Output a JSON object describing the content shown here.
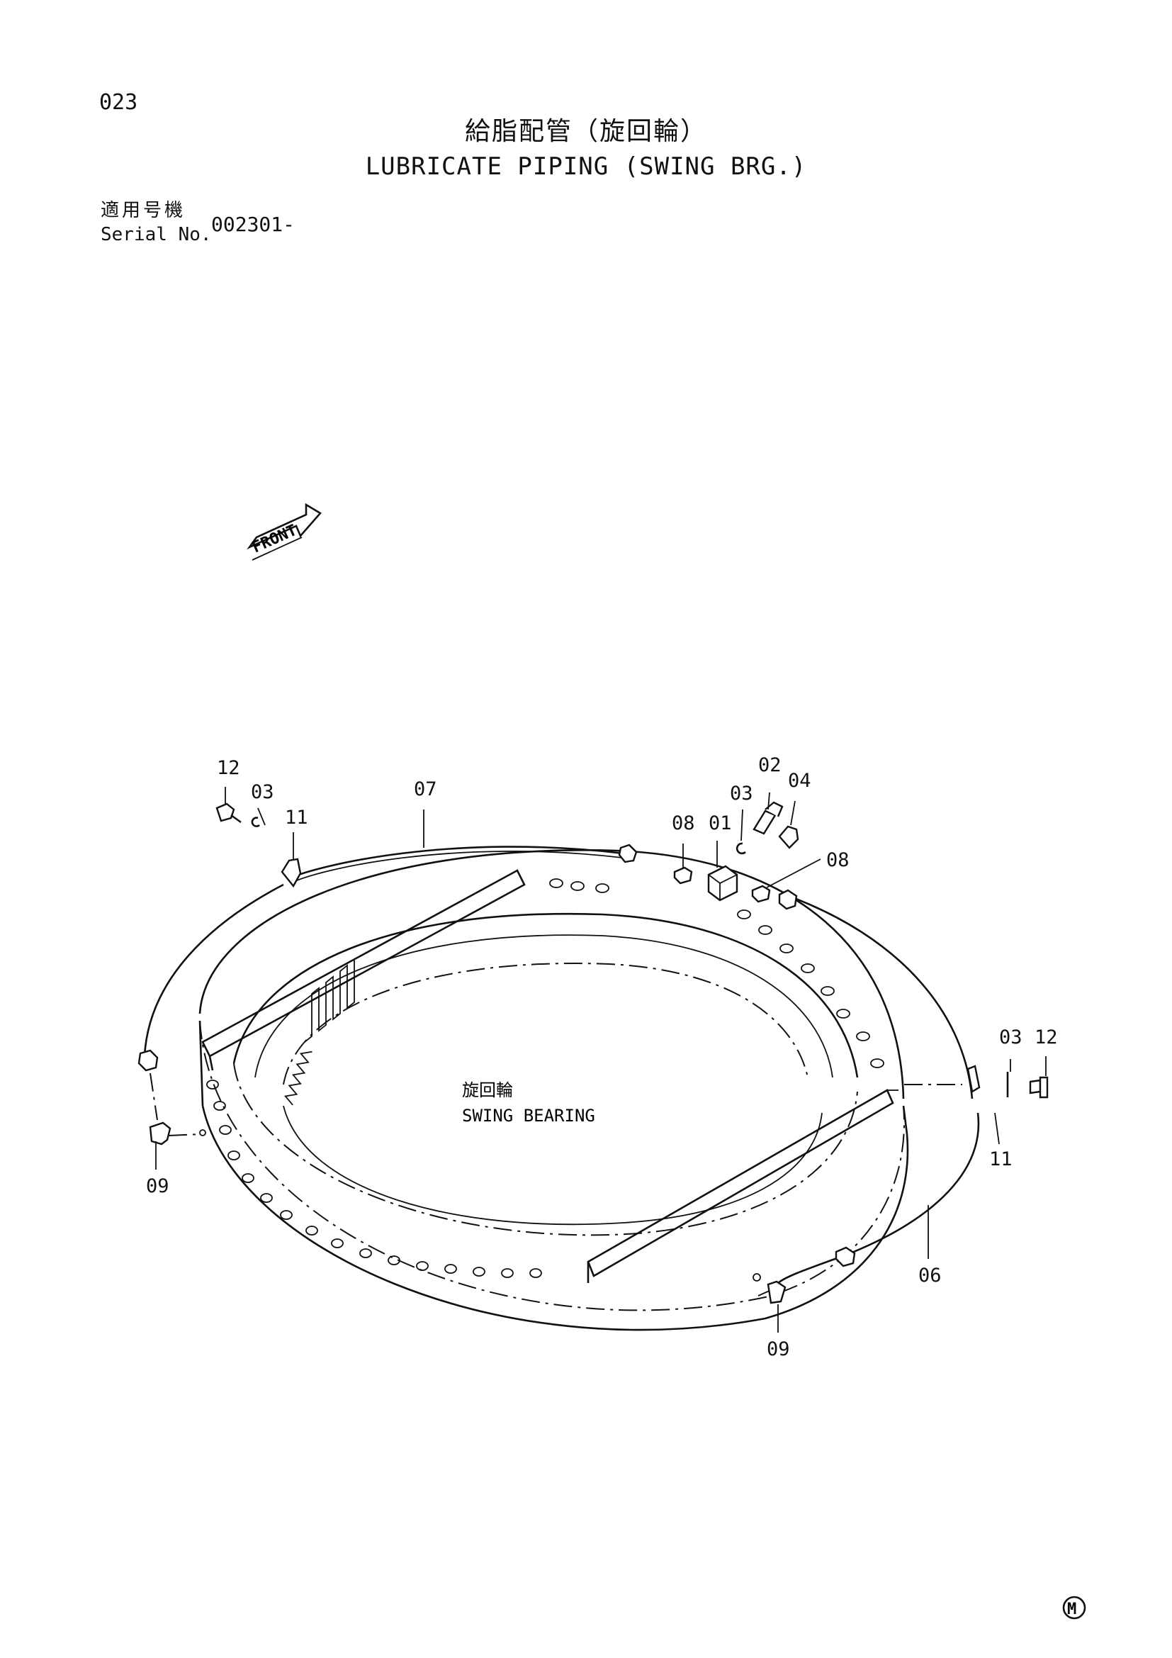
{
  "header": {
    "page_number": "023",
    "title_jp": "給脂配管（旋回輪）",
    "title_en": "LUBRICATE PIPING (SWING BRG.)",
    "serial_label_jp": "適用号機",
    "serial_label_en": "Serial No.",
    "serial_value": "002301-"
  },
  "diagram": {
    "front_marker": "FRONT",
    "bearing_label_jp": "旋回輪",
    "bearing_label_en": "SWING BEARING",
    "callouts": {
      "c12_left": "12",
      "c03_left": "03",
      "c11_left": "11",
      "c07": "07",
      "c02": "02",
      "c04": "04",
      "c03_top": "03",
      "c08_top": "08",
      "c01": "01",
      "c08_right": "08",
      "c03_right": "03",
      "c12_right": "12",
      "c11_right": "11",
      "c09_left": "09",
      "c06": "06",
      "c09_bottom": "09"
    }
  },
  "footer": {
    "mark": "M"
  }
}
